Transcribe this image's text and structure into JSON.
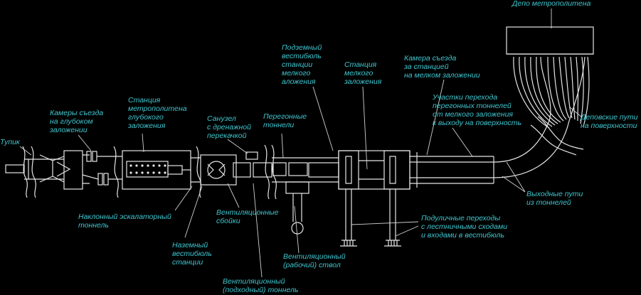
{
  "labels": {
    "depot": "Депо метрополитена",
    "vestibule_shallow": [
      "Подземный",
      "вестибюль",
      "станции",
      "мелкого",
      "аложения"
    ],
    "station_shallow": [
      "Станция",
      "мелкого",
      "заложения"
    ],
    "switch_shallow": [
      "Камера съезда",
      "за станцией",
      "на мелком заложении"
    ],
    "transition": [
      "Участки перехода",
      "перегонных тоннелей",
      "от мелкого заложения",
      "к выходу на поверхность"
    ],
    "depot_tracks": [
      "Деповские пути",
      "на поверхности"
    ],
    "switch_deep": [
      "Камеры съезда",
      "на глубоком",
      "заложении"
    ],
    "station_deep": [
      "Станция",
      "метрополитена",
      "глубокого",
      "заложения"
    ],
    "sanitary": [
      "Санузел",
      "с дренажной",
      "перекачкой"
    ],
    "tunnels": [
      "Перегонные",
      "тоннели"
    ],
    "deadend": "Тупик",
    "escalator": [
      "Наклонный эскалаторный",
      "тоннель"
    ],
    "ground_vestibule": [
      "Наземный",
      "вестибюль",
      "станции"
    ],
    "vent_links": [
      "Вентиляционные",
      "сбойки"
    ],
    "vent_shaft": [
      "Вентиляционный",
      "(рабочий) ствол"
    ],
    "vent_tunnel": [
      "Вентиляционный",
      "(подходный) тоннель"
    ],
    "exit_tracks": [
      "Выходные пути",
      "из тоннелей"
    ],
    "underpasses": [
      "Подуличные переходы",
      "с лестничными сходами",
      "и входами в вестибюль"
    ]
  },
  "colors": {
    "label": "#3fc6cf",
    "line": "#e6e6e6",
    "background": "#000000"
  }
}
